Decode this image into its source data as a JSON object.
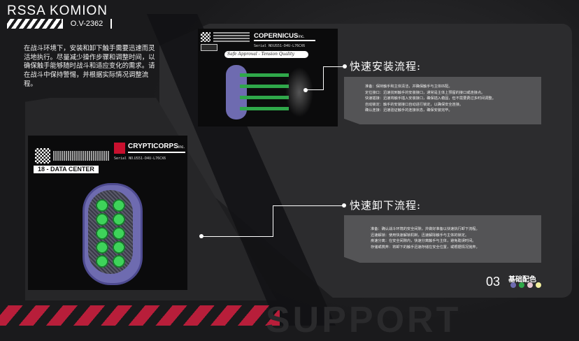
{
  "header": {
    "brand": "RSSA KOMION",
    "version": "O.V-2362"
  },
  "intro": "在战斗环境下，安装和卸下触手需要迅速而灵活地执行。尽量减少操作步骤和调整时间，以确保触手能够随时战斗和适应变化的需求。请在战斗中保持警惕，并根据实际情况调整流程。",
  "card_top": {
    "company": "COPERNICUS",
    "company_suffix": "inc.",
    "serial_label": "Serial NO.",
    "serial": "US51-D4U-L76CX6",
    "signature": "Safe Approval - Tension Quality"
  },
  "card_bottom": {
    "company": "CRYPTICORPS",
    "company_suffix": "inc.",
    "serial_label": "Serial NO.",
    "serial": "US51-D4U-L76CX6",
    "sector": "18 - DATA CENTER"
  },
  "install": {
    "title": "快速安装流程:",
    "lines": [
      "准备：保持触手和主体清洁，并确保触手与主体匹配。",
      "定位接口：迅速找到触手的安装接口，通常是主体上预留的接口或连接点。",
      "快速插接：迅速将触手插入安装接口，确保插入稳固，但不需要费过多时间调整。",
      "自动锁定：触手的安装接口自动进行锁定，以确保安全连接。",
      "确认连接：迅速验证触手的连接状态，确保安装完毕。"
    ]
  },
  "remove": {
    "title": "快速卸下流程:",
    "lines": [
      "准备：确认战斗环境的安全间隙，并做好准备以快速执行卸下流程。",
      "迅速解锁：使用快速解锁机制，迅速解除触手与主体的锁定。",
      "疾速分离：在安全间隙内，快速分离触手与主体，避免耽误时间。",
      "存储或携弃：将卸下的触手迅速存储在安全位置，或根据情况抛弃。"
    ]
  },
  "footer": {
    "page": "03",
    "palette_label": "基础配色",
    "watermark": "SUPPORT"
  },
  "palette": [
    "#6e6bb0",
    "#2fa84a",
    "#e8c7d4",
    "#f3efa0"
  ]
}
